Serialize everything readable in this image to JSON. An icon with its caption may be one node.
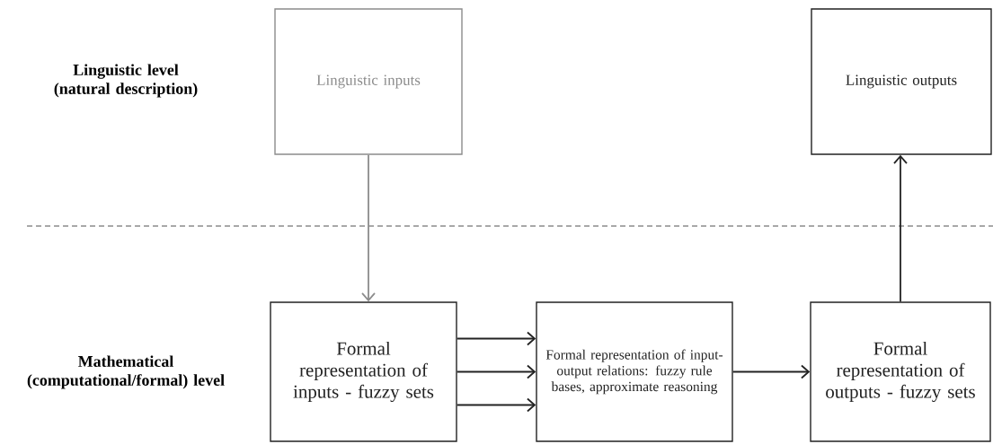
{
  "diagram": {
    "nodes": [
      {
        "text": [
          "Linguistic inputs"
        ]
      },
      {
        "text": [
          "Linguistic outputs"
        ]
      },
      {
        "text": [
          "Formal representation of inputs - fuzzy sets"
        ]
      },
      {
        "text": [
          "Formal representation of input-output relations: fuzzy rule bases, approximate reasoning"
        ]
      },
      {
        "text": [
          "Formal representation of outputs - fuzzy sets"
        ]
      }
    ],
    "edges": [
      {
        "from": 0,
        "to": 2,
        "arrow": "to",
        "color": "#8c8c8c"
      },
      {
        "from": 2,
        "to": 3,
        "arrow": "to"
      },
      {
        "from": 2,
        "to": 3,
        "arrow": "to"
      },
      {
        "from": 2,
        "to": 3,
        "arrow": "to"
      },
      {
        "from": 3,
        "to": 4,
        "arrow": "to"
      },
      {
        "from": 4,
        "to": 1,
        "arrow": "to"
      }
    ],
    "labels": [
      "Linguistic level (natural description)",
      "Mathematical (computational/formal) level"
    ]
  }
}
